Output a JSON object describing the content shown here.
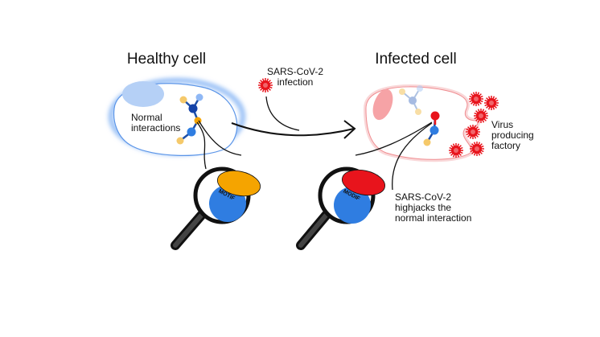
{
  "healthy": {
    "title": "Healthy cell",
    "label_lines": [
      "Normal",
      "interactions"
    ],
    "motif": "MOTIF"
  },
  "infection": {
    "label_lines": [
      "SARS-CoV-2",
      "infection"
    ]
  },
  "infected": {
    "title": "Infected cell",
    "factory_lines": [
      "Virus",
      "producing",
      "factory"
    ],
    "hijack_lines": [
      "SARS-CoV-2",
      "highjacks the",
      "normal interaction"
    ],
    "motif": "MODIF"
  },
  "colors": {
    "blue": "#2f7de1",
    "orange": "#f5a400",
    "red": "#e8141c",
    "yellow": "#f5c96a",
    "pink": "#f6a3a6"
  }
}
